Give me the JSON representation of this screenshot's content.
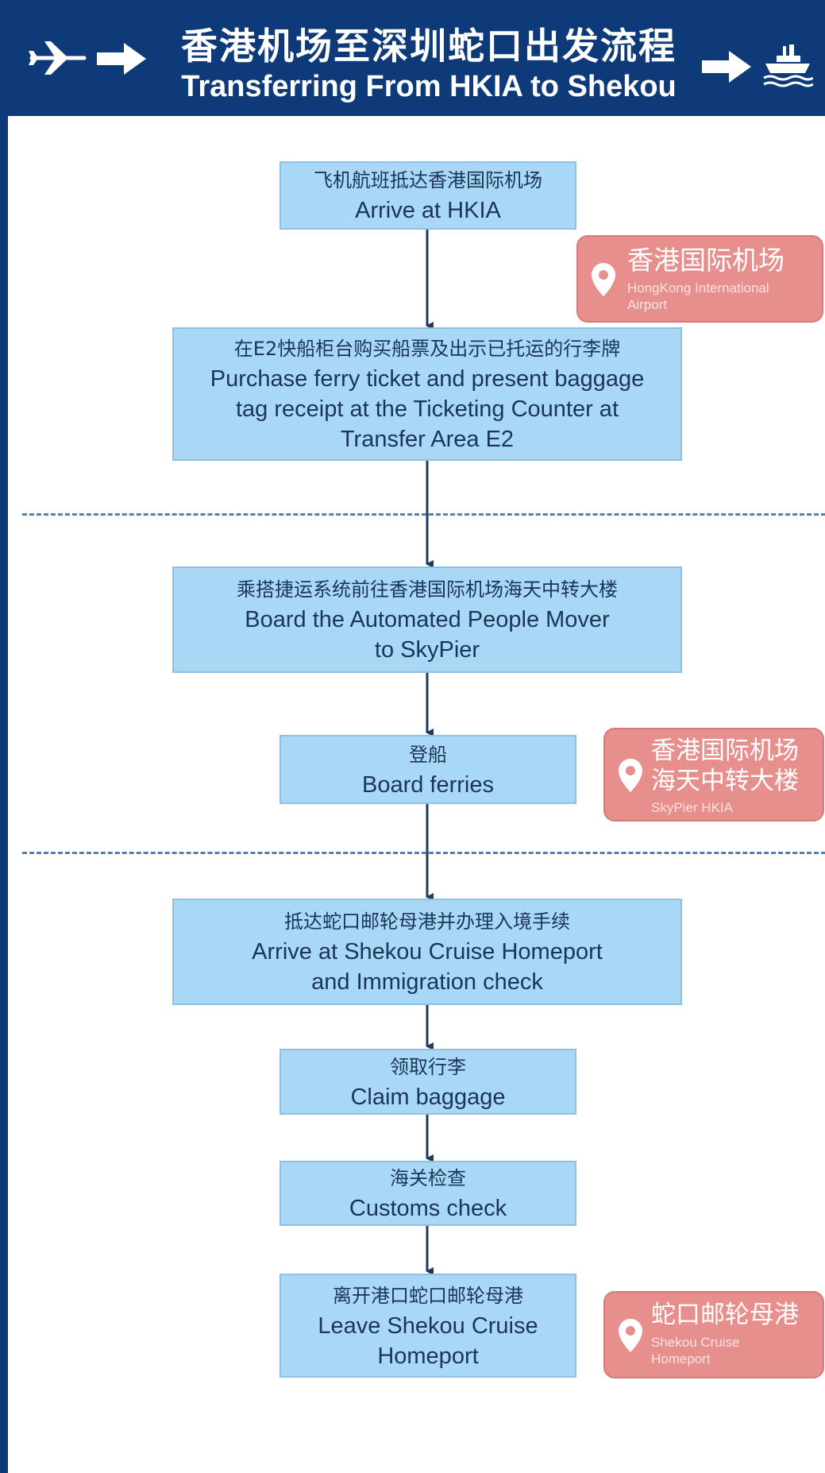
{
  "header": {
    "title_zh": "香港机场至深圳蛇口出发流程",
    "title_en": "Transferring From HKIA to Shekou",
    "icons": [
      "airplane-icon",
      "arrow-right-icon",
      "arrow-right-icon",
      "ferry-icon"
    ]
  },
  "colors": {
    "header_bg": "#0e3a7a",
    "step_bg": "#a9d8f7",
    "step_text": "#1a3556",
    "location_bg": "#e68f8c",
    "divider": "#5a7ea6",
    "arrow": "#1d3a5f"
  },
  "steps": [
    {
      "zh": "飞机航班抵达香港国际机场",
      "en_lines": [
        "Arrive at HKIA"
      ]
    },
    {
      "zh": "在E2快船柜台购买船票及出示已托运的行李牌",
      "en_lines": [
        "Purchase ferry ticket and present baggage",
        "tag receipt at the Ticketing Counter at",
        "Transfer Area E2"
      ]
    },
    {
      "zh": "乘搭捷运系统前往香港国际机场海天中转大楼",
      "en_lines": [
        "Board the Automated People Mover",
        "to SkyPier"
      ]
    },
    {
      "zh": "登船",
      "en_lines": [
        "Board ferries"
      ]
    },
    {
      "zh": "抵达蛇口邮轮母港并办理入境手续",
      "en_lines": [
        "Arrive at Shekou Cruise Homeport",
        "and Immigration check"
      ]
    },
    {
      "zh": "领取行李",
      "en_lines": [
        "Claim baggage"
      ]
    },
    {
      "zh": "海关检查",
      "en_lines": [
        "Customs check"
      ]
    },
    {
      "zh": "离开港口蛇口邮轮母港",
      "en_lines": [
        "Leave Shekou Cruise",
        "Homeport"
      ]
    }
  ],
  "locations": [
    {
      "zh_lines": [
        "香港国际机场"
      ],
      "en_lines": [
        "HongKong International",
        "Airport"
      ],
      "icon": "location-pin-icon"
    },
    {
      "zh_lines": [
        "香港国际机场",
        "海天中转大楼"
      ],
      "en_lines": [
        "SkyPier HKIA"
      ],
      "icon": "location-pin-icon"
    },
    {
      "zh_lines": [
        "蛇口邮轮母港"
      ],
      "en_lines": [
        "Shekou Cruise",
        "Homeport"
      ],
      "icon": "location-pin-icon"
    }
  ]
}
